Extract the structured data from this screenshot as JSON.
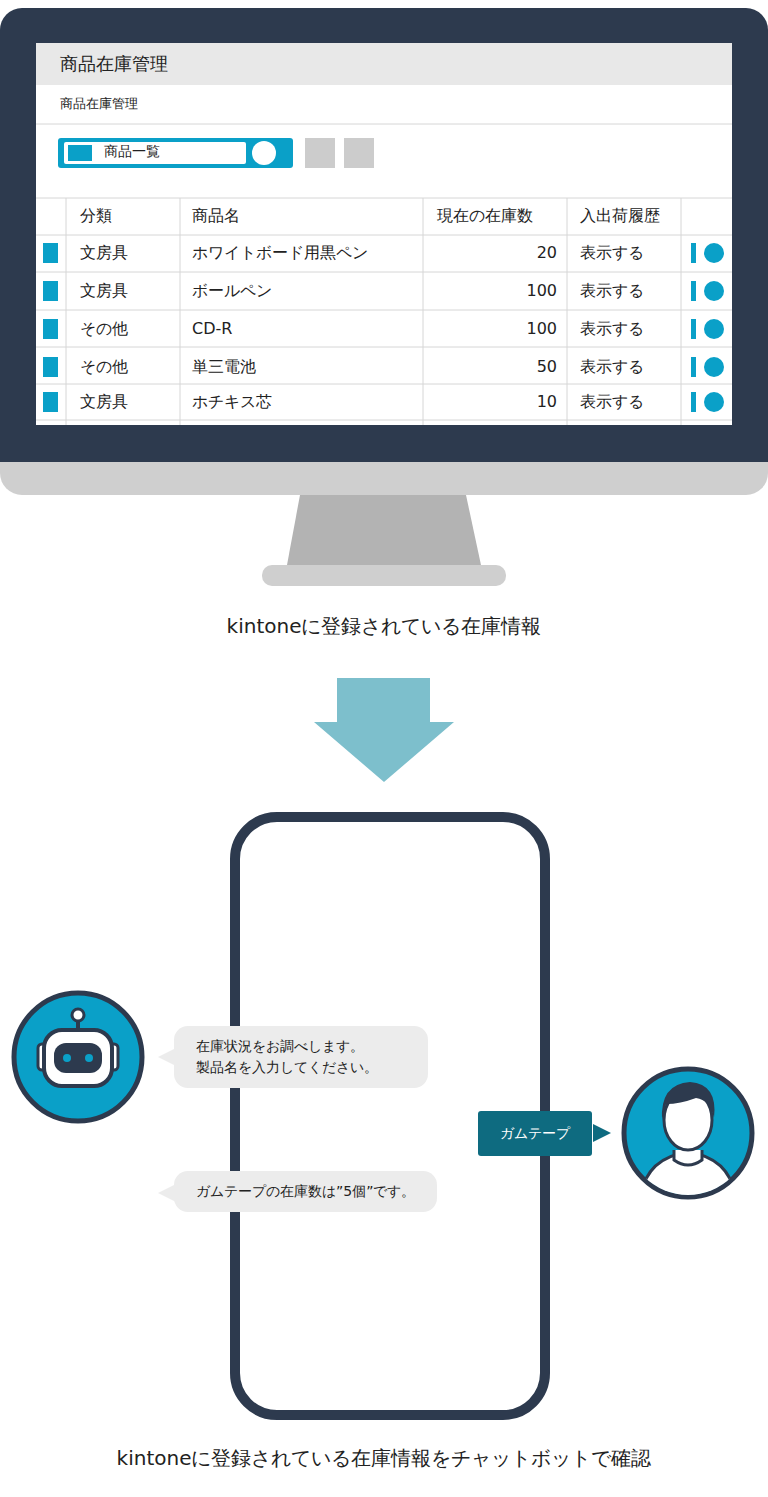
{
  "diagram": {
    "caption": "kintoneに登録されている在庫情報をチャットボットで確認",
    "nodes": [
      {
        "text": [
          "商品在庫管理"
        ]
      },
      {
        "text": [
          "商品一覧"
        ],
        "in": 0
      },
      {
        "text": [
          "在庫状況をお調べします。 製品名を入力してください。"
        ]
      },
      {
        "text": [
          "ガムテープ"
        ]
      },
      {
        "text": [
          "ガムテープの在庫数は”5個”です。"
        ]
      }
    ],
    "labels": [
      "商品在庫管理",
      "分類",
      "商品名",
      "現在の在庫数",
      "入出荷履歴",
      "文房具",
      "ホワイトボード用黒ペン",
      "20",
      "表示する",
      "文房具",
      "ボールペン",
      "100",
      "表示する",
      "その他",
      "CD-R",
      "100",
      "表示する",
      "その他",
      "単三電池",
      "50",
      "表示する",
      "文房具",
      "ホチキス芯",
      "10",
      "表示する",
      "kintoneに登録されている在庫情報"
    ]
  }
}
